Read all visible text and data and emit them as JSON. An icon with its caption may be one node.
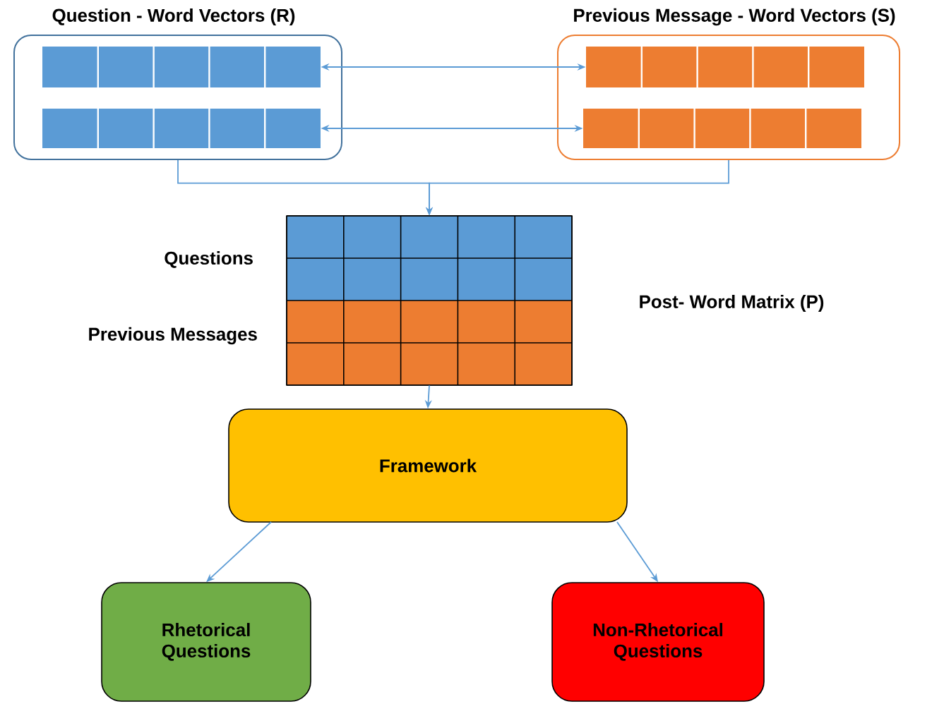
{
  "diagram": {
    "nodes": [
      {
        "text": [
          "Question - Word Vectors (R)"
        ]
      },
      {
        "text": [],
        "shape": "bar",
        "in": 0
      },
      {
        "text": [],
        "shape": "bar",
        "in": 0
      },
      {
        "text": [
          "Previous Message - Word Vectors (S)"
        ]
      },
      {
        "text": [],
        "shape": "bar",
        "in": 3
      },
      {
        "text": [],
        "shape": "bar",
        "in": 3
      },
      {
        "text": [],
        "shape": "box",
        "beside": [
          "Questions",
          "Previous Messages",
          "Post- Word Matrix (P)"
        ]
      },
      {
        "text": [
          "Framework"
        ]
      },
      {
        "text": [
          "Rhetorical Questions"
        ]
      },
      {
        "text": [
          "Non-Rhetorical Questions"
        ]
      }
    ],
    "edges": [
      {
        "from": 1,
        "to": 4,
        "arrow": "both"
      },
      {
        "from": 2,
        "to": 5,
        "arrow": "both"
      },
      {
        "from": 0,
        "to": 6,
        "arrow": "to"
      },
      {
        "from": 3,
        "to": 6,
        "arrow": "to"
      },
      {
        "from": 6,
        "to": 7,
        "arrow": "to"
      },
      {
        "from": 7,
        "to": 8,
        "arrow": "to"
      },
      {
        "from": 7,
        "to": 9,
        "arrow": "to"
      }
    ]
  }
}
